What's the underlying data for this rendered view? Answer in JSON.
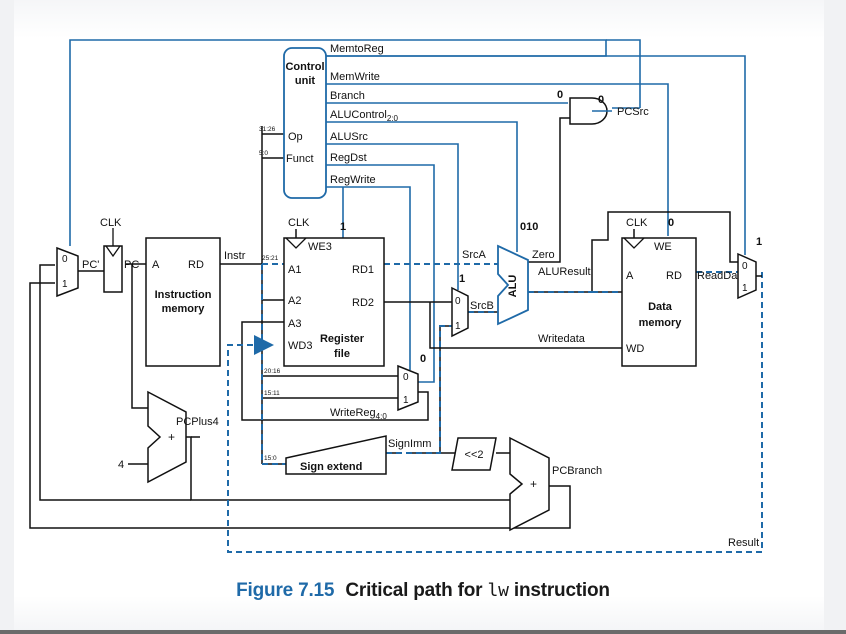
{
  "caption": {
    "figure": "Figure 7.15",
    "text_before": "Critical path for",
    "code": "lw",
    "text_after": "instruction"
  },
  "colors": {
    "control_wire": "#1f6aa8",
    "critical_path": "#1f6aa8",
    "data_wire": "#111111",
    "caption_accent": "#1f6aa8"
  },
  "blocks": {
    "control_unit": {
      "title1": "Control",
      "title2": "unit",
      "op": "Op",
      "funct": "Funct"
    },
    "instruction_memory": {
      "a": "A",
      "rd": "RD",
      "title1": "Instruction",
      "title2": "memory"
    },
    "register_file": {
      "we3": "WE3",
      "a1": "A1",
      "rd1": "RD1",
      "a2": "A2",
      "rd2": "RD2",
      "a3": "A3",
      "wd3": "WD3",
      "title1": "Register",
      "title2": "file"
    },
    "data_memory": {
      "we": "WE",
      "a": "A",
      "rd": "RD",
      "wd": "WD",
      "title1": "Data",
      "title2": "memory"
    },
    "alu": "ALU",
    "sign_extend": "Sign extend",
    "shift": "<<2",
    "adder": "+",
    "const_four": "4"
  },
  "control_signals": [
    "MemtoReg",
    "MemWrite",
    "Branch",
    "ALUControl",
    "ALUSrc",
    "RegDst",
    "RegWrite"
  ],
  "alucontrol_sub": "2:0",
  "signals": {
    "pcsrc": "PCSrc",
    "pc_prime": "PC'",
    "pc": "PC",
    "instr": "Instr",
    "srca": "SrcA",
    "srcb": "SrcB",
    "zero": "Zero",
    "aluresult": "ALUResult",
    "readdata": "ReadData",
    "writedata": "Writedata",
    "writereg": "WriteReg",
    "writereg_sub": "4:0",
    "signimm": "SignImm",
    "pcplus4": "PCPlus4",
    "pcbranch": "PCBranch",
    "result": "Result",
    "clk": "CLK"
  },
  "bit_ranges": {
    "op": "31:26",
    "funct": "5:0",
    "rs": "25:21",
    "rt": "20:16",
    "rd": "15:11",
    "imm": "15:0"
  },
  "critical_values": {
    "and_branch": "0",
    "and_out": "0",
    "alusrc": "1",
    "alucontrol": "010",
    "regwrite": "1",
    "regdst": "0",
    "memwrite": "0",
    "memtoreg": "1"
  },
  "mux_labels": {
    "zero": "0",
    "one": "1"
  }
}
